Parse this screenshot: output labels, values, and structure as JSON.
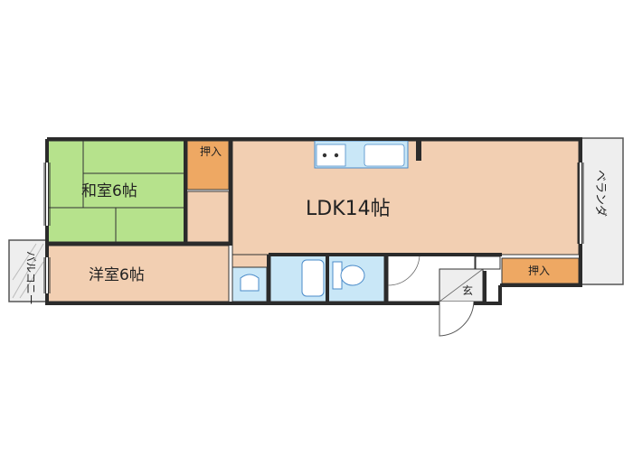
{
  "plan": {
    "rooms": {
      "washitsu": {
        "label": "和室6帖",
        "color": "#b6e28c"
      },
      "youshitsu": {
        "label": "洋室6帖",
        "color": "#f2cfb2"
      },
      "ldk": {
        "label": "LDK14帖",
        "color": "#f2cfb2"
      },
      "oshiire_top": {
        "label": "押入",
        "color": "#eea863"
      },
      "oshiire_right": {
        "label": "押入",
        "color": "#eea863"
      },
      "genkan": {
        "label": "玄"
      },
      "balcony_left": {
        "label": "バルコニー"
      },
      "veranda": {
        "label": "ベランダ"
      }
    },
    "colors": {
      "wall": "#2b2b2b",
      "bath_blue": "#c9e7f7",
      "white": "#ffffff",
      "outline_blue": "#4a8bc9",
      "balcony_gray": "#e8e8e8"
    }
  }
}
